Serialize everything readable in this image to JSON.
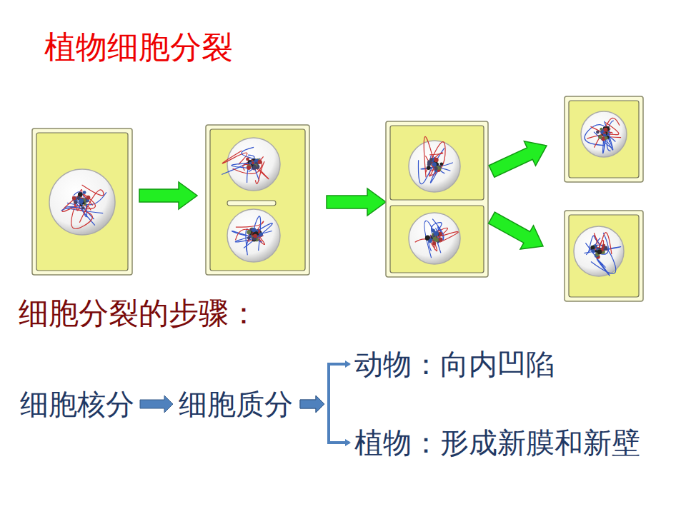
{
  "diagram": {
    "title": "植物细胞分裂",
    "nodes": [
      {
        "text": [
          "细胞核分"
        ]
      },
      {
        "text": [
          "细胞质分"
        ]
      },
      {
        "text": [
          "动物：向内凹陷"
        ]
      },
      {
        "text": [
          "植物：形成新膜和新壁"
        ]
      }
    ],
    "edges": [
      {
        "from": 0,
        "to": 1,
        "arrow": "to"
      },
      {
        "from": 1,
        "to": 2,
        "arrow": "to"
      },
      {
        "from": 1,
        "to": 3,
        "arrow": "to"
      }
    ],
    "labels": [
      "细胞分裂的步骤："
    ]
  }
}
